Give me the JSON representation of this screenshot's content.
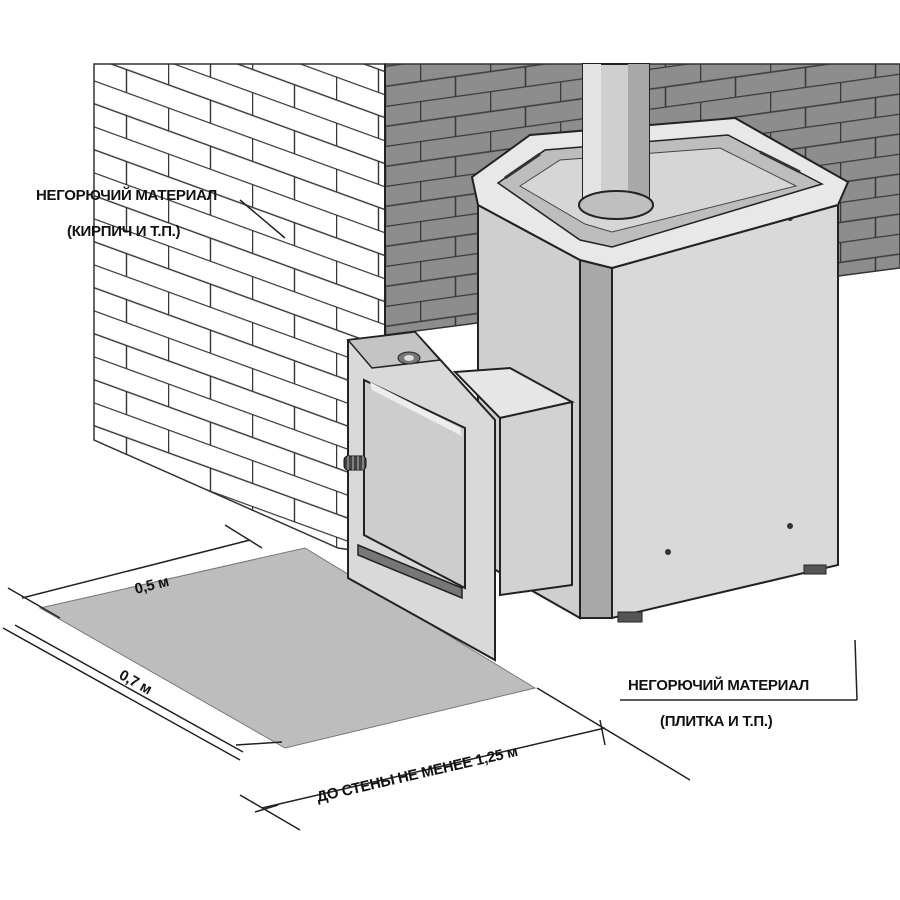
{
  "labels": {
    "wall_material_title": "НЕГОРЮЧИЙ МАТЕРИАЛ",
    "wall_material_note": "(КИРПИЧ И Т.П.)",
    "floor_material_title": "НЕГОРЮЧИЙ МАТЕРИАЛ",
    "floor_material_note": "(ПЛИТКА И Т.П.)"
  },
  "dimensions": {
    "width": "0,5 м",
    "depth": "0,7 м",
    "to_wall": "ДО СТЕНЫ НЕ МЕНЕЕ 1,25 м"
  },
  "colors": {
    "brick_face": "#ffffff",
    "brick_side": "#8c8c8c",
    "floor_sheet": "#bdbdbd",
    "stove_body": "#d9d9d9",
    "stove_dark": "#a9a9a9",
    "line": "#222222"
  },
  "icons": [
    "door-handle-icon",
    "logo-emblem-icon"
  ]
}
